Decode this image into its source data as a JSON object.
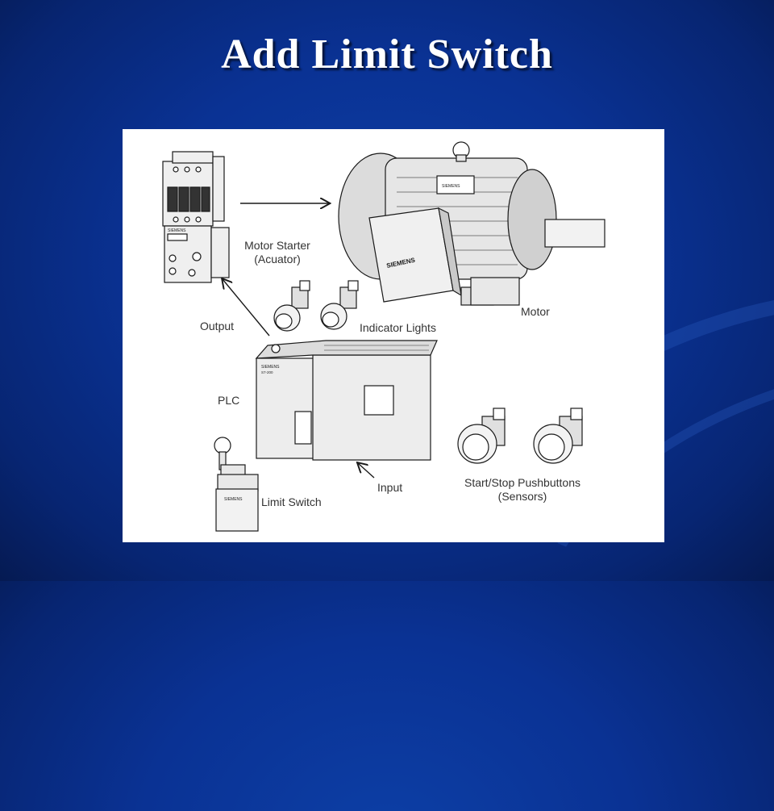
{
  "slide": {
    "title": "Add Limit Switch"
  },
  "diagram": {
    "labels": {
      "motor_starter_line1": "Motor Starter",
      "motor_starter_line2": "(Acuator)",
      "motor": "Motor",
      "output": "Output",
      "indicator_lights": "Indicator Lights",
      "plc": "PLC",
      "input": "Input",
      "limit_switch": "Limit Switch",
      "pushbuttons_line1": "Start/Stop Pushbuttons",
      "pushbuttons_line2": "(Sensors)"
    },
    "brand_marks": {
      "starter_brand": "SIEMENS",
      "motor_brand": "SIEMENS",
      "motor_plate_brand": "SIEMENS",
      "plc_brand": "SIEMENS",
      "plc_model": "S7-200",
      "limit_switch_brand": "SIEMENS"
    },
    "colors": {
      "line": "#1a1a1a",
      "motor_fill": "#e6e6e6",
      "starter_fill": "#efefef"
    }
  }
}
